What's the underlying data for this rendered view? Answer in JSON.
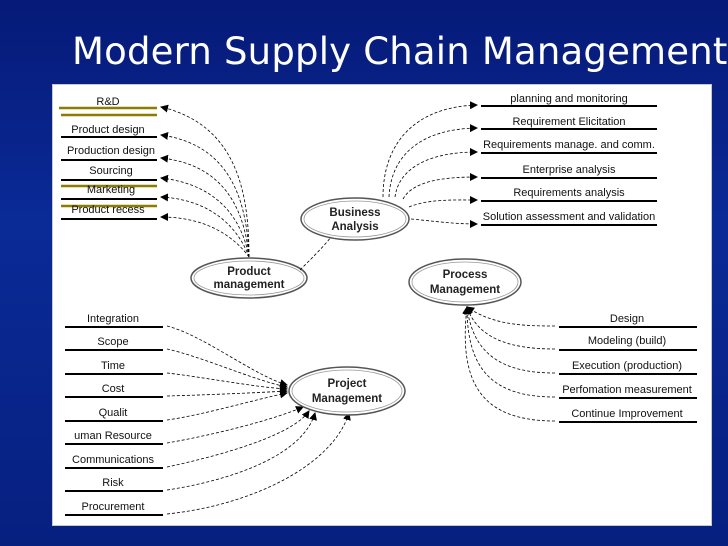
{
  "slide": {
    "title": "Modern Supply Chain Management"
  },
  "nodes": {
    "business_analysis": [
      "Business",
      "Analysis"
    ],
    "product_management": [
      "Product",
      "management"
    ],
    "process_management": [
      "Process",
      "Management"
    ],
    "project_management": [
      "Project",
      "Management"
    ]
  },
  "product_items": [
    "R&D",
    "Product design",
    "Production design",
    "Sourcing",
    "Marketing",
    "Product recess"
  ],
  "business_items": [
    "planning and monitoring",
    "Requirement Elicitation",
    "Requirements manage. and comm.",
    "Enterprise analysis",
    "Requirements analysis",
    "Solution assessment and validation"
  ],
  "project_items": [
    "Integration",
    "Scope",
    "Time",
    "Cost",
    "Qualit",
    "uman Resource",
    "Communications",
    "Risk",
    "Procurement"
  ],
  "process_items": [
    "Design",
    "Modeling (build)",
    "Execution (production)",
    "Perfomation measurement",
    "Continue Improvement"
  ],
  "colors": {
    "background": "#0a2a96",
    "title": "#ffffff",
    "highlight_line": "#8a7d00",
    "line": "#000000",
    "node_fill": "#ffffff"
  }
}
